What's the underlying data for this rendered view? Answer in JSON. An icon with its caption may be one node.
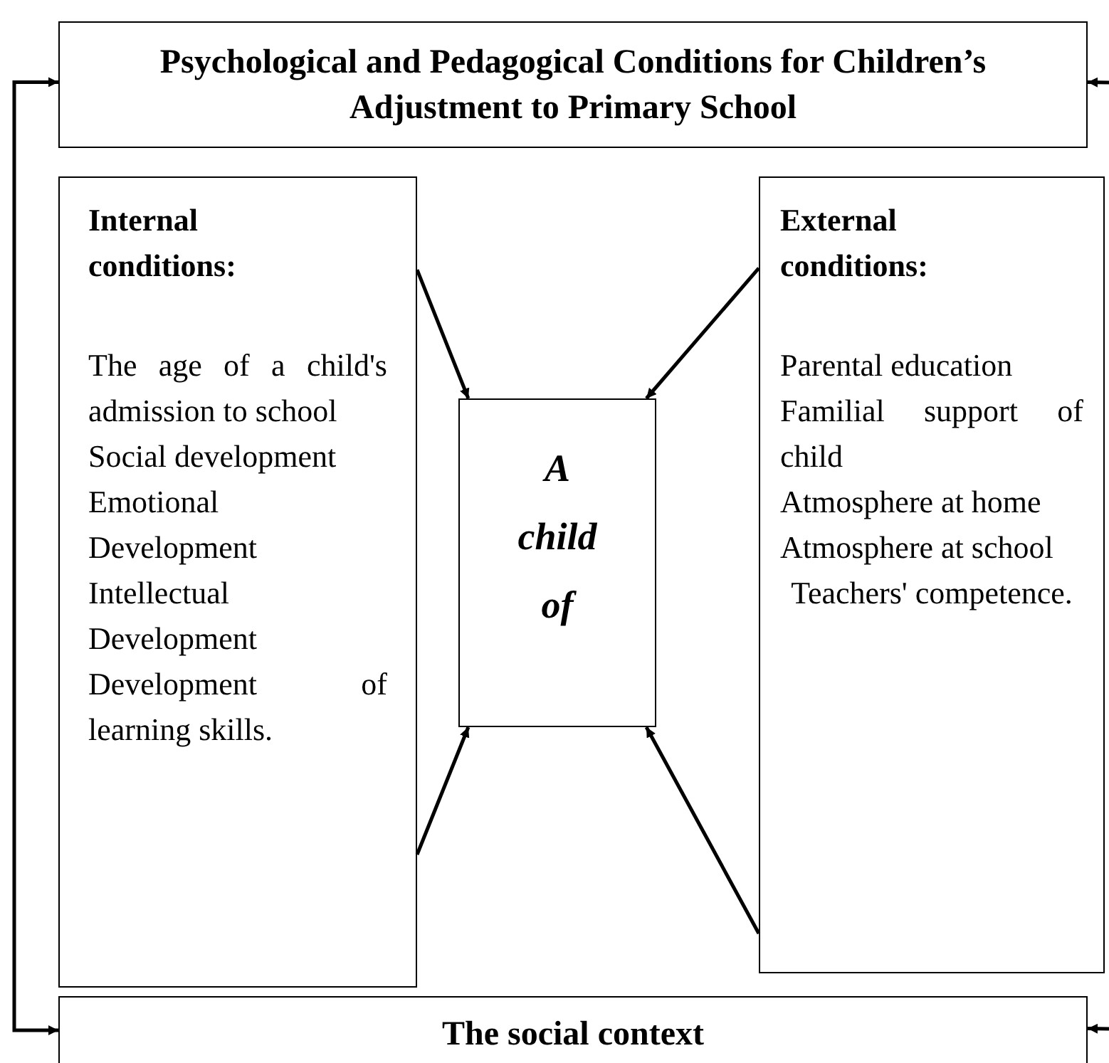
{
  "diagram": {
    "nodes": [
      {
        "text": [
          "Psychological and Pedagogical Conditions for Children’s Adjustment to Primary School"
        ]
      },
      {
        "text": [
          "Internal conditions:",
          "The age of a child's admission to school",
          "Social development",
          "Emotional Development",
          "Intellectual Development",
          "Development of learning skills."
        ]
      },
      {
        "text": [
          "A child of"
        ]
      },
      {
        "text": [
          "External conditions:",
          "Parental education",
          "Familial support of child",
          "Atmosphere at home",
          "Atmosphere at school",
          "Teachers' competence."
        ]
      },
      {
        "text": [
          "The social context"
        ]
      }
    ],
    "edges": [
      {
        "from": 1,
        "to": 2,
        "arrow": "to"
      },
      {
        "from": 3,
        "to": 2,
        "arrow": "to"
      },
      {
        "from": 1,
        "to": 2,
        "arrow": "to"
      },
      {
        "from": 3,
        "to": 2,
        "arrow": "to"
      },
      {
        "from": 4,
        "to": 0,
        "arrow": "both"
      },
      {
        "from": null,
        "to": 0,
        "arrow": "to"
      },
      {
        "from": null,
        "to": 4,
        "arrow": "to"
      }
    ]
  }
}
